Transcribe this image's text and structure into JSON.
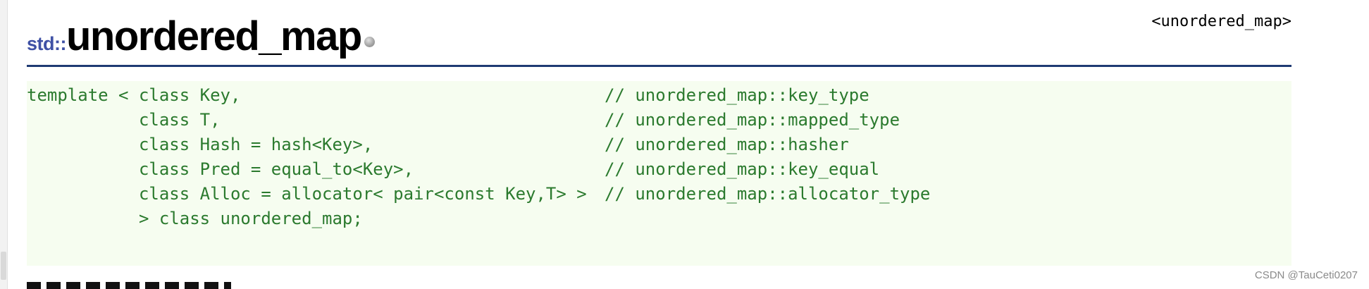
{
  "header": {
    "namespace_prefix": "std::",
    "title": "unordered_map",
    "header_link": "<unordered_map>"
  },
  "code": {
    "lines": [
      {
        "code": "template < class Key,",
        "comment": "// unordered_map::key_type"
      },
      {
        "code": "           class T,",
        "comment": "// unordered_map::mapped_type"
      },
      {
        "code": "           class Hash = hash<Key>,",
        "comment": "// unordered_map::hasher"
      },
      {
        "code": "           class Pred = equal_to<Key>,",
        "comment": "// unordered_map::key_equal"
      },
      {
        "code": "           class Alloc = allocator< pair<const Key,T> >",
        "comment": "// unordered_map::allocator_type"
      },
      {
        "code": "           > class unordered_map;",
        "comment": ""
      }
    ]
  },
  "watermark": "CSDN @TauCeti0207",
  "icons": {
    "status": "status-dot-icon"
  },
  "colors": {
    "namespace": "#3f51a5",
    "rule": "#1f3a73",
    "code_text": "#2b7a2e",
    "code_background": "#f6fdf0"
  }
}
